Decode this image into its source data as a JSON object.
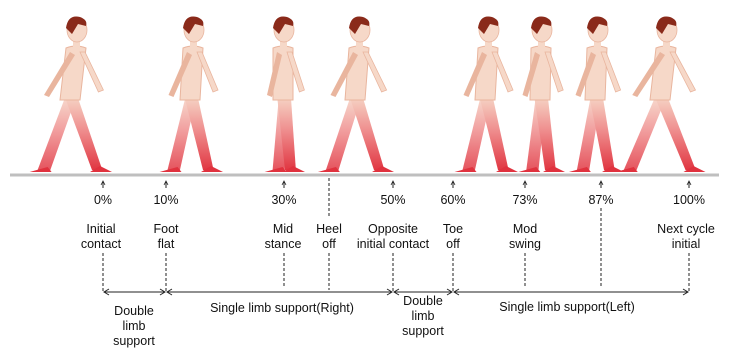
{
  "colors": {
    "skin": "#f6d8c8",
    "skin_shade": "#e9b59e",
    "leg_red": "#e0323e",
    "hair": "#8a2a1a",
    "ground": "#bfbfbf",
    "line": "#222222"
  },
  "percents": [
    {
      "label": "0%",
      "value": 0
    },
    {
      "label": "10%",
      "value": 10
    },
    {
      "label": "30%",
      "value": 30
    },
    {
      "label": "50%",
      "value": 50
    },
    {
      "label": "60%",
      "value": 60
    },
    {
      "label": "73%",
      "value": 73
    },
    {
      "label": "87%",
      "value": 87
    },
    {
      "label": "100%",
      "value": 100
    }
  ],
  "events": [
    {
      "line1": "Initial",
      "line2": "contact"
    },
    {
      "line1": "Foot",
      "line2": "flat"
    },
    {
      "line1": "Mid",
      "line2": "stance"
    },
    {
      "line1": "Heel",
      "line2": "off"
    },
    {
      "line1": "Opposite",
      "line2": "initial contact"
    },
    {
      "line1": "Toe",
      "line2": "off"
    },
    {
      "line1": "Mod",
      "line2": "swing"
    },
    {
      "line1": "Next cycle",
      "line2": "initial"
    }
  ],
  "phases": [
    {
      "line1": "Double",
      "line2": "limb",
      "line3": "support"
    },
    {
      "line1": "Single limb support(Right)"
    },
    {
      "line1": "Double",
      "line2": "limb",
      "line3": "support"
    },
    {
      "line1": "Single limb support(Left)"
    }
  ],
  "figures_icon": "walking-boy-figure"
}
